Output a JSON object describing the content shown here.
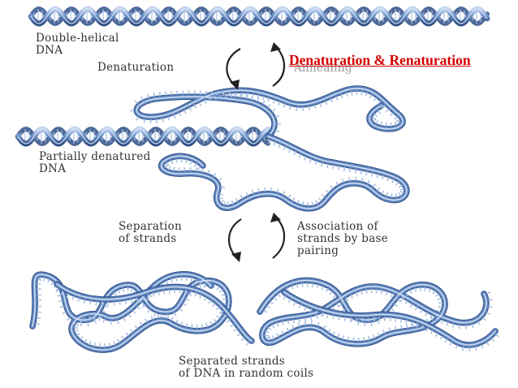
{
  "title": "Denaturation & Renaturation",
  "labels": {
    "double_helical_line1": "Double-helical",
    "double_helical_line2": "DNA",
    "denaturation": "Denaturation",
    "annealing": "Annealing",
    "partial_line1": "Partially denatured",
    "partial_line2": "DNA",
    "separation_line1": "Separation",
    "separation_line2": "of strands",
    "association_line1": "Association of",
    "association_line2": "strands by base",
    "association_line3": "pairing",
    "separated_line1": "Separated strands",
    "separated_line2": "of DNA in random coils"
  },
  "colors": {
    "title": "#d40000",
    "strand": "#5f86c0",
    "strand_light": "#a9c2e6",
    "strand_dark": "#2f4f86",
    "text": "#333333"
  }
}
